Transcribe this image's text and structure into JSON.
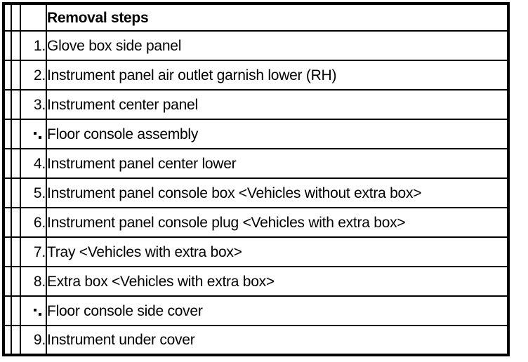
{
  "table": {
    "header": {
      "spacer_a": "",
      "spacer_b": "",
      "number": "",
      "label": "Removal steps"
    },
    "rows": [
      {
        "number": "1.",
        "marker": false,
        "text": "Glove box side panel"
      },
      {
        "number": "2.",
        "marker": false,
        "text": "Instrument panel air outlet garnish lower (RH)"
      },
      {
        "number": "3.",
        "marker": false,
        "text": "Instrument center panel"
      },
      {
        "number": "·.",
        "marker": true,
        "text": "Floor console assembly"
      },
      {
        "number": "4.",
        "marker": false,
        "text": "Instrument panel center lower"
      },
      {
        "number": "5.",
        "marker": false,
        "text": "Instrument panel console box <Vehicles without extra box>"
      },
      {
        "number": "6.",
        "marker": false,
        "text": "Instrument panel console plug <Vehicles with extra box>"
      },
      {
        "number": "7.",
        "marker": false,
        "text": "Tray <Vehicles with extra box>"
      },
      {
        "number": "8.",
        "marker": false,
        "text": "Extra box <Vehicles with extra box>"
      },
      {
        "number": "·.",
        "marker": true,
        "text": "Floor console side cover"
      },
      {
        "number": "9.",
        "marker": false,
        "text": "Instrument under cover"
      }
    ]
  },
  "colors": {
    "rule": "#000000",
    "text": "#000000",
    "background": "#ffffff"
  }
}
